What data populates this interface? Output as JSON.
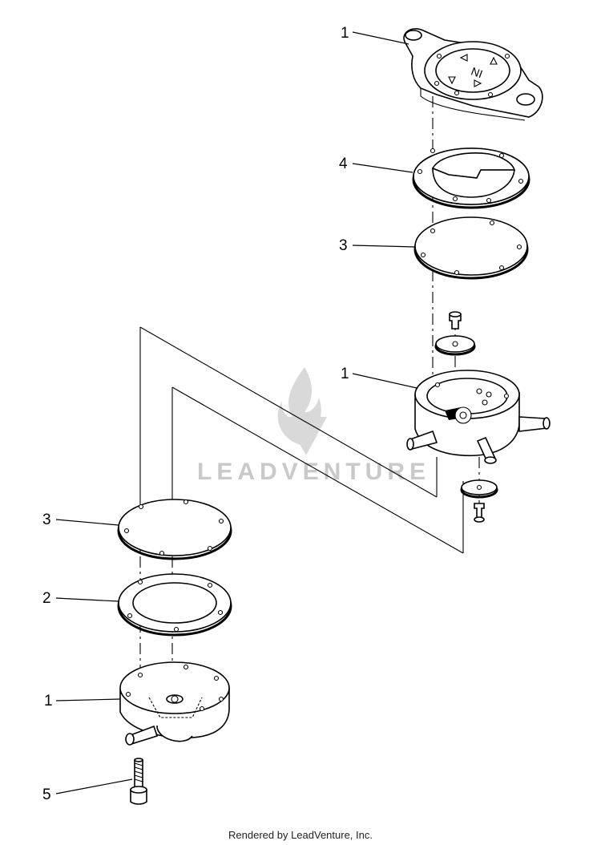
{
  "diagram": {
    "callouts": {
      "top_cover": "1",
      "top_gasket": "4",
      "top_diaphragm": "3",
      "pump_body": "1",
      "lower_diaphragm": "3",
      "lower_gasket": "2",
      "lower_cover": "1",
      "screw": "5"
    },
    "cover_marking": "IN",
    "watermark": "LEADVENTURE"
  },
  "footer": {
    "text": "Rendered by LeadVenture, Inc."
  }
}
